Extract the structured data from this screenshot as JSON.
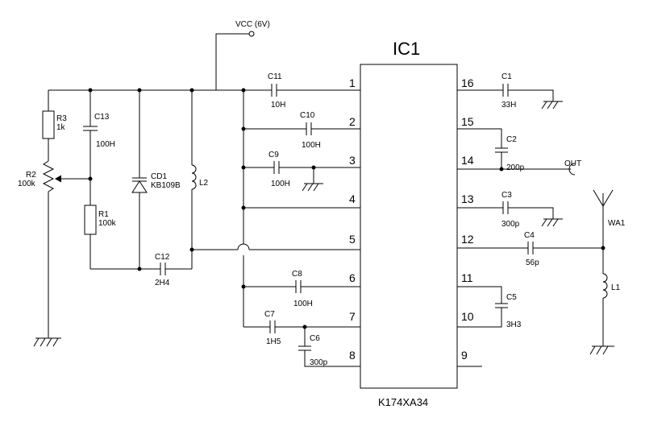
{
  "vcc_label": "VCC (6V)",
  "out_label": "OUT",
  "antenna_label": "WA1",
  "ic": {
    "name": "IC1",
    "part": "K174XA34",
    "left_pins": [
      "1",
      "2",
      "3",
      "4",
      "5",
      "6",
      "7",
      "8"
    ],
    "right_pins": [
      "16",
      "15",
      "14",
      "13",
      "12",
      "11",
      "10",
      "9"
    ]
  },
  "components": {
    "R3": {
      "ref": "R3",
      "value": "1k"
    },
    "R2": {
      "ref": "R2",
      "value": "100k"
    },
    "R1": {
      "ref": "R1",
      "value": "100k"
    },
    "C13": {
      "ref": "C13",
      "value": "100H"
    },
    "CD1": {
      "ref": "CD1",
      "value": "KB109B"
    },
    "L2": {
      "ref": "L2"
    },
    "C12": {
      "ref": "C12",
      "value": "2H4"
    },
    "C11": {
      "ref": "C11",
      "value": "10H"
    },
    "C10": {
      "ref": "C10",
      "value": "100H"
    },
    "C9": {
      "ref": "C9",
      "value": "100H"
    },
    "C8": {
      "ref": "C8",
      "value": "100H"
    },
    "C7": {
      "ref": "C7",
      "value": "1H5"
    },
    "C6": {
      "ref": "C6",
      "value": "300p"
    },
    "C1": {
      "ref": "C1",
      "value": "33H"
    },
    "C2": {
      "ref": "C2",
      "value": "200p"
    },
    "C3": {
      "ref": "C3",
      "value": "300p"
    },
    "C4": {
      "ref": "C4",
      "value": "56p"
    },
    "C5": {
      "ref": "C5",
      "value": "3H3"
    },
    "L1": {
      "ref": "L1"
    }
  }
}
